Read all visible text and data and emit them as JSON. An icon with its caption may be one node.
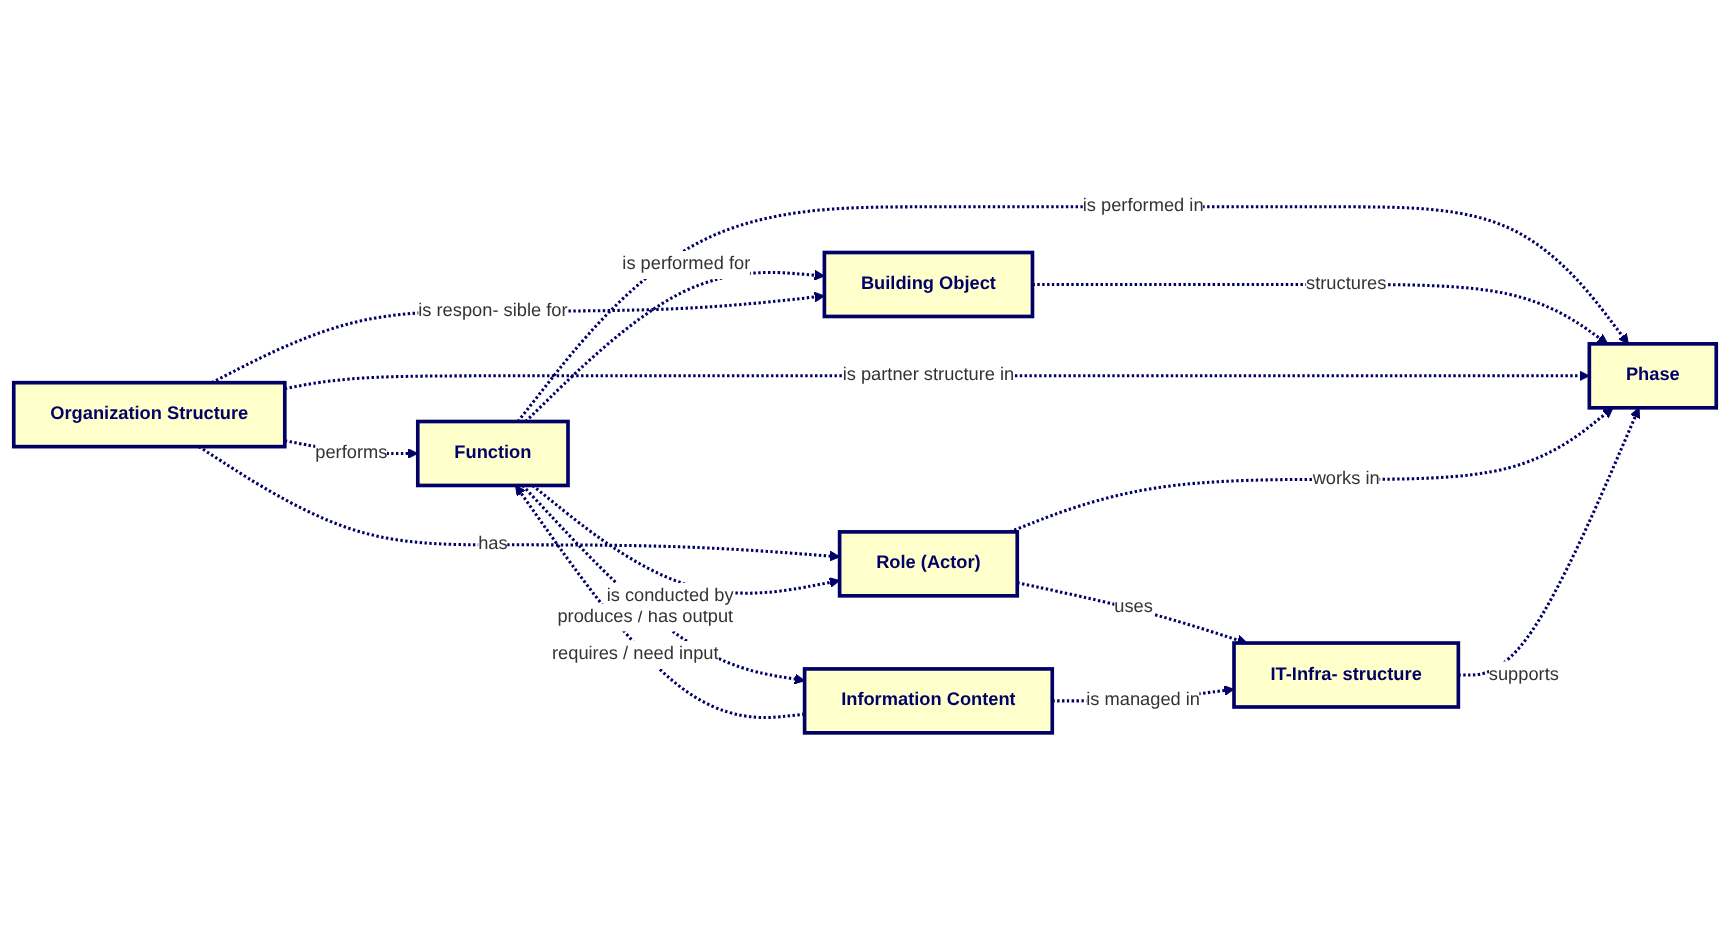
{
  "diagram": {
    "nodes": [
      {
        "text": [
          "Function"
        ]
      },
      {
        "text": [
          "Information Content"
        ]
      },
      {
        "text": [
          "Building Object"
        ]
      },
      {
        "text": [
          "Phase"
        ]
      },
      {
        "text": [
          "Organization Structure"
        ]
      },
      {
        "text": [
          "Role (Actor)"
        ]
      },
      {
        "text": [
          "IT-Infra- structure"
        ]
      }
    ],
    "edges": [
      {
        "from": 1,
        "to": 0,
        "arrow": "to",
        "label": "requires / need input",
        "style": "dashed"
      },
      {
        "from": 0,
        "to": 1,
        "arrow": "to",
        "label": "produces / has output",
        "style": "dashed"
      },
      {
        "from": 0,
        "to": 3,
        "arrow": "to",
        "label": "is performed in",
        "style": "dashed"
      },
      {
        "from": 0,
        "to": 2,
        "arrow": "to",
        "label": "is performed for",
        "style": "dashed"
      },
      {
        "from": 2,
        "to": 3,
        "arrow": "to",
        "label": "structures",
        "style": "dashed"
      },
      {
        "from": 4,
        "to": 0,
        "arrow": "to",
        "label": "performs",
        "style": "dashed"
      },
      {
        "from": 4,
        "to": 2,
        "arrow": "to",
        "label": "is respon- sible for",
        "style": "dashed"
      },
      {
        "from": 4,
        "to": 3,
        "arrow": "to",
        "label": "is partner structure in",
        "style": "dashed"
      },
      {
        "from": 4,
        "to": 5,
        "arrow": "to",
        "label": "has",
        "style": "dashed"
      },
      {
        "from": 5,
        "to": 3,
        "arrow": "to",
        "label": "works in",
        "style": "dashed"
      },
      {
        "from": 5,
        "to": 6,
        "arrow": "to",
        "label": "uses",
        "style": "dashed"
      },
      {
        "from": 6,
        "to": 3,
        "arrow": "to",
        "label": "supports",
        "style": "dashed"
      },
      {
        "from": 1,
        "to": 6,
        "arrow": "to",
        "label": "is managed in",
        "style": "dashed"
      },
      {
        "from": 0,
        "to": 5,
        "arrow": "to",
        "label": "is conducted by",
        "style": "dashed"
      }
    ]
  }
}
